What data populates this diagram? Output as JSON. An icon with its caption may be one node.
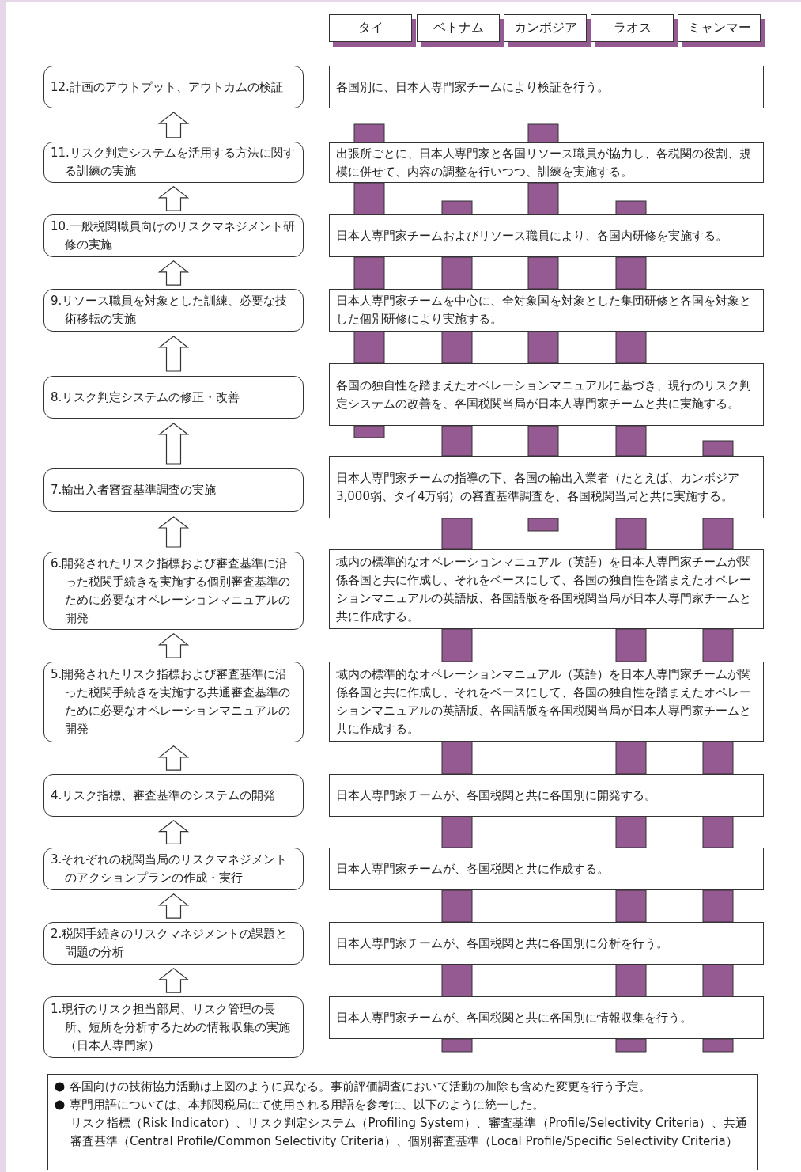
{
  "diagram": {
    "nodes": [
      {
        "text": [
          "タイ"
        ]
      },
      {
        "text": [
          "ベトナム"
        ]
      },
      {
        "text": [
          "カンボジア"
        ]
      },
      {
        "text": [
          "ラオス"
        ]
      },
      {
        "text": [
          "ミャンマー"
        ]
      },
      {
        "text": [
          "12.計画のアウトプット、アウトカムの検証"
        ]
      },
      {
        "text": [
          "各国別に、日本人専門家チームにより検証を行う。"
        ]
      },
      {
        "text": [
          "11.リスク判定システムを活用する方法に関する訓練の実施"
        ]
      },
      {
        "text": [
          "出張所ごとに、日本人専門家と各国リソース職員が協力し、各税関の役割、規模に併せて、内容の調整を行いつつ、訓練を実施する。"
        ]
      },
      {
        "text": [
          "10.一般税関職員向けのリスクマネジメント研修の実施"
        ]
      },
      {
        "text": [
          "日本人専門家チームおよびリソース職員により、各国内研修を実施する。"
        ]
      },
      {
        "text": [
          "9.リソース職員を対象とした訓練、必要な技術移転の実施"
        ]
      },
      {
        "text": [
          "日本人専門家チームを中心に、全対象国を対象とした集団研修と各国を対象とした個別研修により実施する。"
        ]
      },
      {
        "text": [
          "8.リスク判定システムの修正・改善"
        ]
      },
      {
        "text": [
          "各国の独自性を踏まえたオペレーションマニュアルに基づき、現行のリスク判定システムの改善を、各国税関当局が日本人専門家チームと共に実施する。"
        ]
      },
      {
        "text": [
          "7.輸出入者審査基準調査の実施"
        ]
      },
      {
        "text": [
          "日本人専門家チームの指導の下、各国の輸出入業者（たとえば、カンボジア3,000弱、タイ4万弱）の審査基準調査を、各国税関当局と共に実施する。"
        ]
      },
      {
        "text": [
          "6.開発されたリスク指標および審査基準に沿った税関手続きを実施する個別審査基準のために必要なオペレーションマニュアルの開発"
        ]
      },
      {
        "text": [
          "域内の標準的なオペレーションマニュアル（英語）を日本人専門家チームが関係各国と共に作成し、それをベースにして、各国の独自性を踏まえたオペレーションマニュアルの英語版、各国語版を各国税関当局が日本人専門家チームと共に作成する。"
        ]
      },
      {
        "text": [
          "5.開発されたリスク指標および審査基準に沿った税関手続きを実施する共通審査基準のために必要なオペレーションマニュアルの開発"
        ]
      },
      {
        "text": [
          "域内の標準的なオペレーションマニュアル（英語）を日本人専門家チームが関係各国と共に作成し、それをベースにして、各国の独自性を踏まえたオペレーションマニュアルの英語版、各国語版を各国税関当局が日本人専門家チームと共に作成する。"
        ]
      },
      {
        "text": [
          "4.リスク指標、審査基準のシステムの開発"
        ]
      },
      {
        "text": [
          "日本人専門家チームが、各国税関と共に各国別に開発する。"
        ]
      },
      {
        "text": [
          "3.それぞれの税関当局のリスクマネジメントのアクションプランの作成・実行"
        ]
      },
      {
        "text": [
          "日本人専門家チームが、各国税関と共に作成する。"
        ]
      },
      {
        "text": [
          "2.税関手続きのリスクマネジメントの課題と問題の分析"
        ]
      },
      {
        "text": [
          "日本人専門家チームが、各国税関と共に各国別に分析を行う。"
        ]
      },
      {
        "text": [
          "1.現行のリスク担当部局、リスク管理の長所、短所を分析するための情報収集の実施（日本人専門家）"
        ]
      },
      {
        "text": [
          "日本人専門家チームが、各国税関と共に各国別に情報収集を行う。"
        ]
      },
      {
        "text": [],
        "shape": "bar"
      },
      {
        "text": [],
        "shape": "bar"
      },
      {
        "text": [],
        "shape": "bar"
      },
      {
        "text": [],
        "shape": "bar"
      },
      {
        "text": [],
        "shape": "bar"
      },
      {
        "text": [],
        "shape": "bar"
      },
      {
        "text": [],
        "shape": "bar"
      },
      {
        "text": [],
        "shape": "bar"
      },
      {
        "text": [],
        "shape": "bar"
      },
      {
        "text": [],
        "shape": "bar"
      },
      {
        "text": [],
        "shape": "bar"
      },
      {
        "text": [],
        "shape": "bar"
      },
      {
        "text": [],
        "shape": "bar"
      },
      {
        "text": [],
        "shape": "bar"
      },
      {
        "text": [],
        "shape": "bar"
      },
      {
        "text": [],
        "shape": "bar"
      },
      {
        "text": [],
        "shape": "bar"
      },
      {
        "text": [],
        "shape": "bar"
      },
      {
        "text": [],
        "shape": "bar"
      },
      {
        "text": [],
        "shape": "bar"
      },
      {
        "text": [],
        "shape": "bar"
      },
      {
        "text": [],
        "shape": "bar"
      },
      {
        "text": [],
        "shape": "bar"
      },
      {
        "text": [],
        "shape": "bar"
      },
      {
        "text": [],
        "shape": "bar"
      },
      {
        "text": [],
        "shape": "bar"
      },
      {
        "text": [],
        "shape": "bar"
      },
      {
        "text": [],
        "shape": "bar"
      },
      {
        "text": [],
        "shape": "bar"
      },
      {
        "text": [],
        "shape": "bar"
      },
      {
        "text": [],
        "shape": "bar"
      },
      {
        "text": [],
        "shape": "bar"
      },
      {
        "text": [],
        "shape": "bar"
      },
      {
        "text": [],
        "shape": "bar"
      },
      {
        "text": [],
        "shape": "bar"
      },
      {
        "text": [],
        "shape": "bar"
      },
      {
        "text": [],
        "shape": "bar"
      },
      {
        "text": [],
        "shape": "bar"
      },
      {
        "text": [],
        "shape": "bar"
      },
      {
        "text": [],
        "shape": "bar"
      },
      {
        "text": [],
        "shape": "bar"
      }
    ],
    "edges": [
      {
        "from": 7,
        "to": 5,
        "arrow": "to"
      },
      {
        "from": 9,
        "to": 7,
        "arrow": "to"
      },
      {
        "from": 11,
        "to": 9,
        "arrow": "to"
      },
      {
        "from": 13,
        "to": 11,
        "arrow": "to"
      },
      {
        "from": 15,
        "to": 13,
        "arrow": "to"
      },
      {
        "from": 17,
        "to": 15,
        "arrow": "to"
      },
      {
        "from": 19,
        "to": 17,
        "arrow": "to"
      },
      {
        "from": 21,
        "to": 19,
        "arrow": "to"
      },
      {
        "from": 23,
        "to": 21,
        "arrow": "to"
      },
      {
        "from": 25,
        "to": 23,
        "arrow": "to"
      },
      {
        "from": 27,
        "to": 25,
        "arrow": "to"
      }
    ],
    "labels": [
      "各国向けの技術協力活動は上図のように異なる。事前評価調査において活動の加除も含めた変更を行う予定。",
      "専門用語については、本邦関税局にて使用される用語を参考に、以下のように統一した。",
      "リスク指標（Risk Indicator）、リスク判定システム（Profiling System）、審査基準（Profile/Selectivity Criteria）、共通審査基準（Central Profile/Common Selectivity Criteria）、個別審査基準（Local Profile/Specific Selectivity Criteria）"
    ]
  }
}
